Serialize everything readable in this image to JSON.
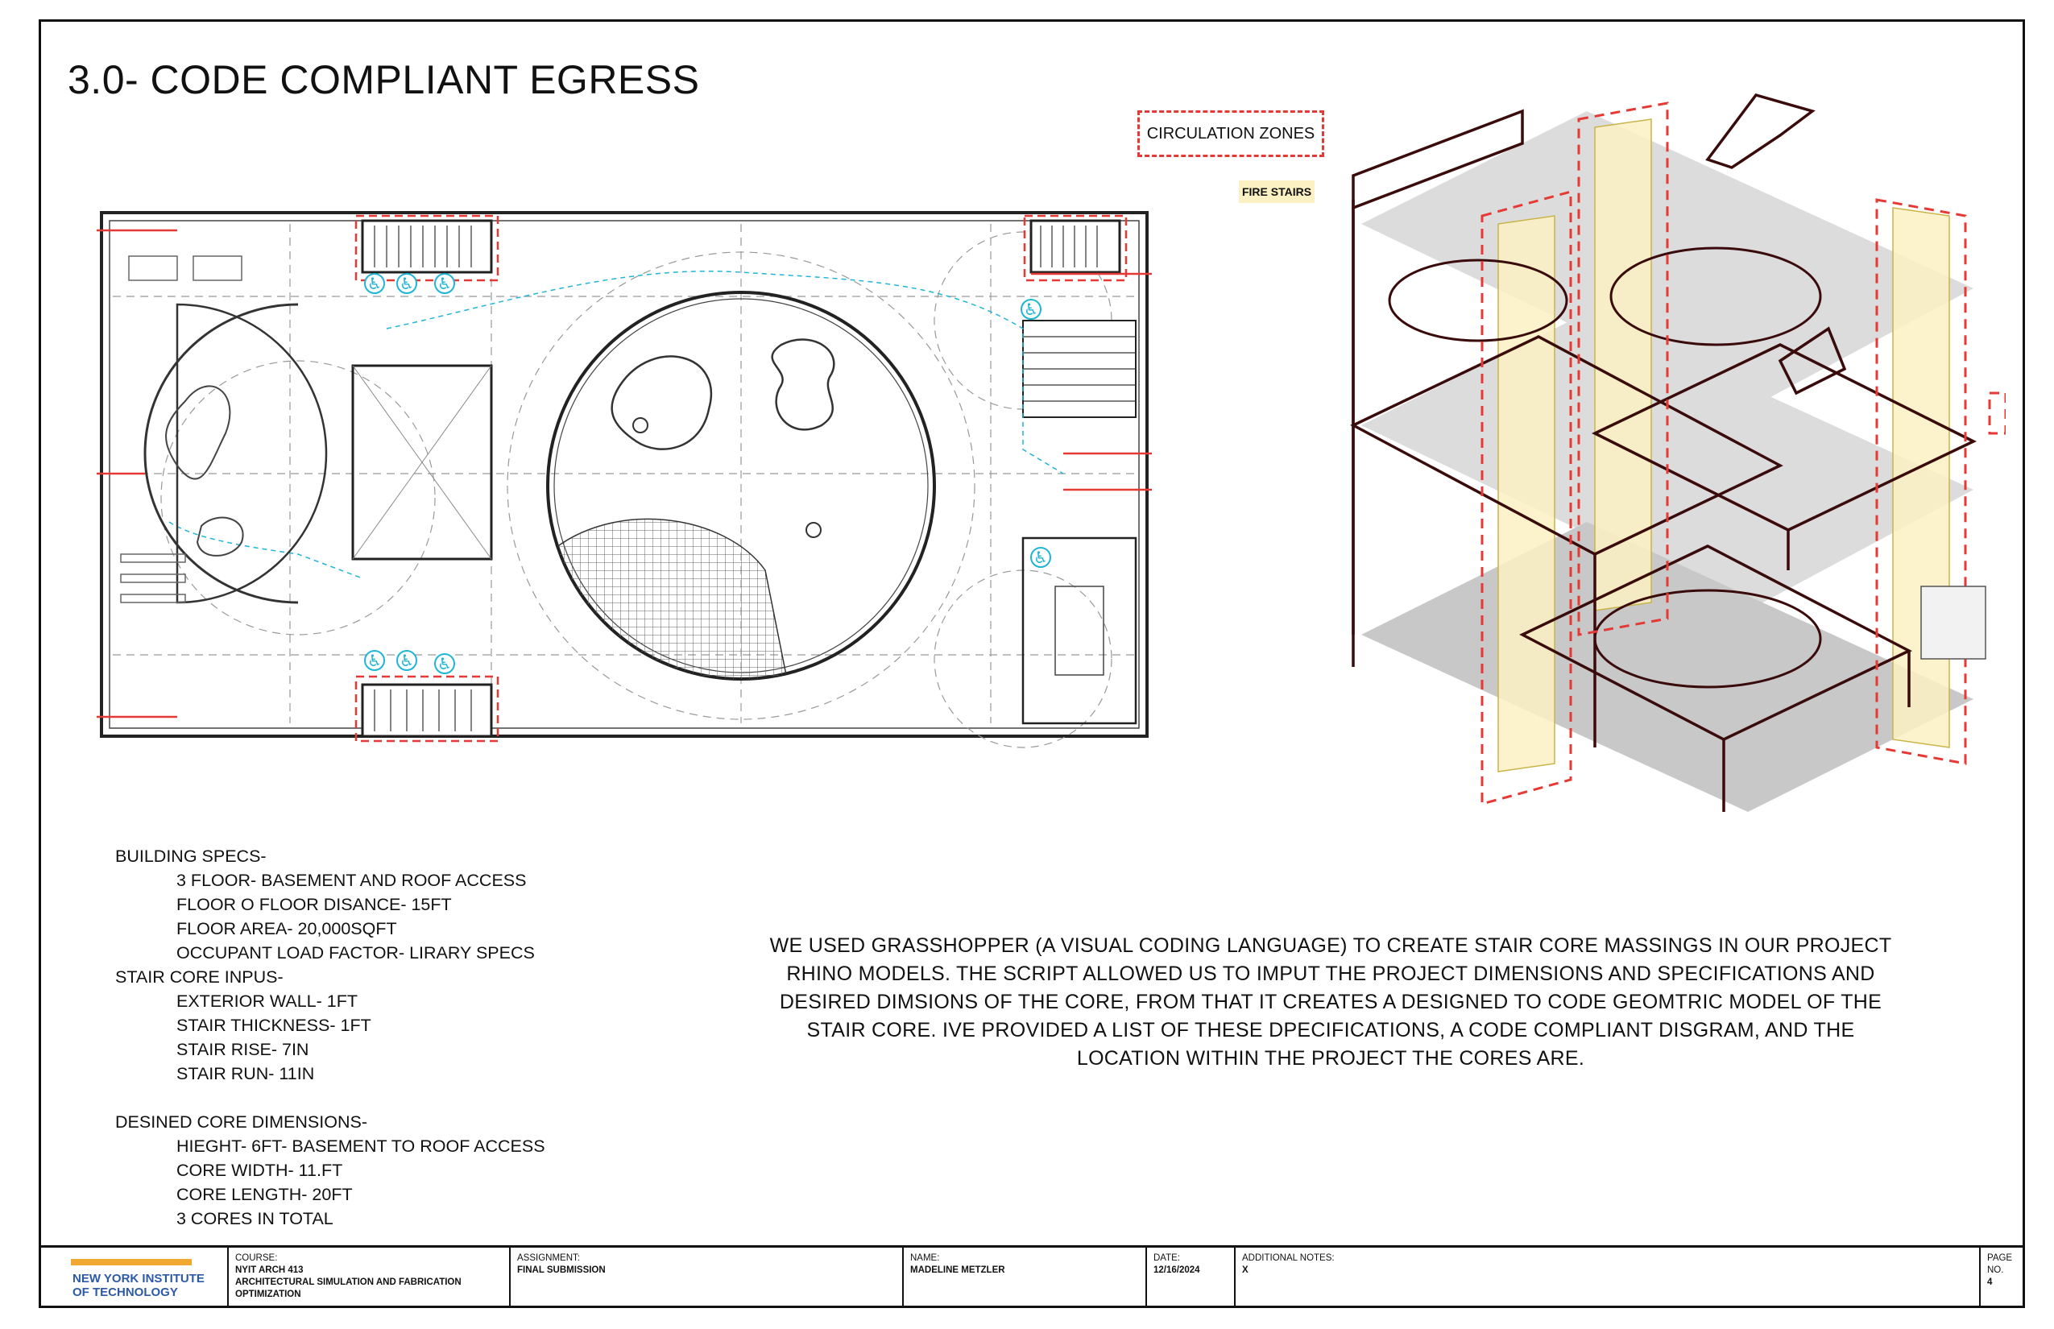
{
  "page_title": "3.0- CODE COMPLIANT EGRESS",
  "legend": {
    "circulation": "CIRCULATION ZONES",
    "fire_stairs": "FIRE STAIRS",
    "circulation_color": "#e53935",
    "fire_color": "#fbf1c3"
  },
  "building_specs": {
    "heading": "BUILDING SPECS-",
    "items": [
      "3 FLOOR- BASEMENT AND ROOF ACCESS",
      "FLOOR O FLOOR DISANCE- 15FT",
      "FLOOR AREA- 20,000SQFT",
      "OCCUPANT LOAD FACTOR- LIRARY SPECS"
    ]
  },
  "stair_core_inputs": {
    "heading": "STAIR CORE INPUS-",
    "items": [
      "EXTERIOR WALL- 1FT",
      "STAIR THICKNESS- 1FT",
      "STAIR RISE- 7IN",
      "STAIR RUN- 11IN"
    ]
  },
  "core_dimensions": {
    "heading": "DESINED CORE DIMENSIONS-",
    "items": [
      "HIEGHT- 6FT- BASEMENT TO ROOF ACCESS",
      "CORE WIDTH- 11.FT",
      "CORE LENGTH- 20FT",
      "3 CORES IN TOTAL"
    ]
  },
  "description": "WE USED GRASSHOPPER (A VISUAL CODING LANGUAGE) TO CREATE STAIR CORE MASSINGS IN OUR PROJECT RHINO MODELS. THE SCRIPT ALLOWED US TO IMPUT THE PROJECT DIMENSIONS AND SPECIFICATIONS AND DESIRED DIMSIONS OF THE CORE, FROM THAT IT CREATES A DESIGNED TO CODE GEOMTRIC MODEL OF THE STAIR CORE. IVE PROVIDED A LIST OF THESE DPECIFICATIONS, A CODE COMPLIANT DISGRAM, AND THE LOCATION WITHIN THE PROJECT THE CORES ARE.",
  "title_block": {
    "logo_line1": "NEW YORK INSTITUTE",
    "logo_line2": "OF TECHNOLOGY",
    "course_label": "COURSE:",
    "course_line1": "NYIT ARCH 413",
    "course_line2": "ARCHITECTURAL SIMULATION AND FABRICATION",
    "course_line3": "OPTIMIZATION",
    "assignment_label": "ASSIGNMENT:",
    "assignment_value": "FINAL SUBMISSION",
    "name_label": "NAME:",
    "name_value": "MADELINE METZLER",
    "date_label": "DATE:",
    "date_value": "12/16/2024",
    "notes_label": "ADDITIONAL NOTES:",
    "notes_value": "X",
    "page_label_1": "PAGE",
    "page_label_2": "NO.",
    "page_value": "4"
  }
}
